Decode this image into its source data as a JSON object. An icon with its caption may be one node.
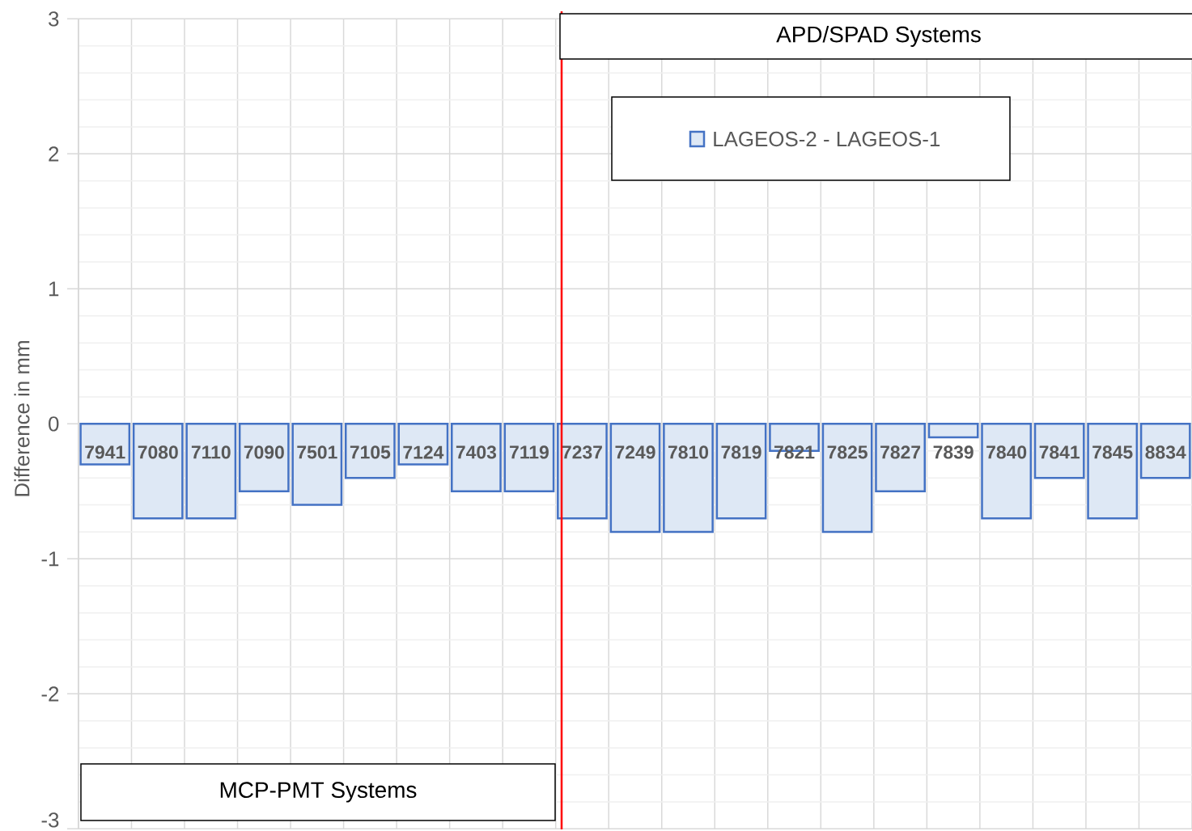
{
  "diagram": {
    "nodes": [
      {
        "text": [
          "APD/SPAD Systems"
        ]
      },
      {
        "text": [
          "MCP-PMT Systems"
        ]
      }
    ],
    "chart_data": {
      "type": "bar",
      "ylabel": "Difference in mm",
      "categories": [
        "7941",
        "7080",
        "7110",
        "7090",
        "7501",
        "7105",
        "7124",
        "7403",
        "7119",
        "7237",
        "7249",
        "7810",
        "7819",
        "7821",
        "7825",
        "7827",
        "7839",
        "7840",
        "7841",
        "7845",
        "8834"
      ],
      "series": [
        {
          "name": "LAGEOS-2 - LAGEOS-1",
          "color": "#dee8f5",
          "values": [
            -0.3,
            -0.7,
            -0.7,
            -0.5,
            -0.6,
            -0.4,
            -0.3,
            -0.5,
            -0.5,
            -0.7,
            -0.8,
            -0.8,
            -0.7,
            -0.2,
            -0.8,
            -0.5,
            -0.1,
            -0.7,
            -0.4,
            -0.7,
            -0.4
          ]
        }
      ],
      "grid": true,
      "ylim": [
        -3,
        3
      ],
      "yticks": [
        -3,
        -2,
        -1,
        0,
        1,
        2,
        3
      ]
    }
  }
}
